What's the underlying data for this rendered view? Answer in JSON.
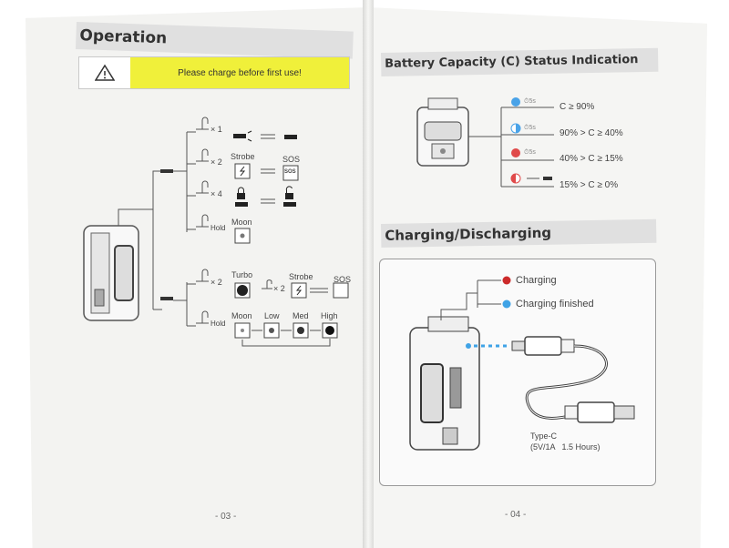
{
  "left": {
    "heading": "Operation",
    "warning": "Please charge before first use!",
    "times1": "× 1",
    "times2": "× 2",
    "times4": "× 4",
    "hold": "Hold",
    "strobe": "Strobe",
    "sos": "SOS",
    "moon": "Moon",
    "turbo": "Turbo",
    "strobe2": "Strobe",
    "sos2": "SOS",
    "times2b": "× 2",
    "hold2": "Hold",
    "moon2": "Moon",
    "low": "Low",
    "med": "Med",
    "high": "High",
    "sos_icon_text": "SOS",
    "page_number": "- 03 -"
  },
  "right": {
    "heading1": "Battery Capacity (C) Status Indication",
    "heading2": "Charging/Discharging",
    "battery_rows": [
      {
        "timer": "5s",
        "range": "C ≥ 90%",
        "color": "#4aa3e8"
      },
      {
        "timer": "5s",
        "range": "90% > C ≥ 40%",
        "color": "#4aa3e8"
      },
      {
        "timer": "5s",
        "range": "40% > C ≥ 15%",
        "color": "#e04a4a"
      },
      {
        "timer": "",
        "range": "15% > C ≥ 0%",
        "color": "#e04a4a"
      }
    ],
    "charging": "Charging",
    "charging_finished": "Charging finished",
    "type_c": "Type-C",
    "spec": "(5V/1A   1.5 Hours)",
    "page_number": "- 04 -"
  }
}
